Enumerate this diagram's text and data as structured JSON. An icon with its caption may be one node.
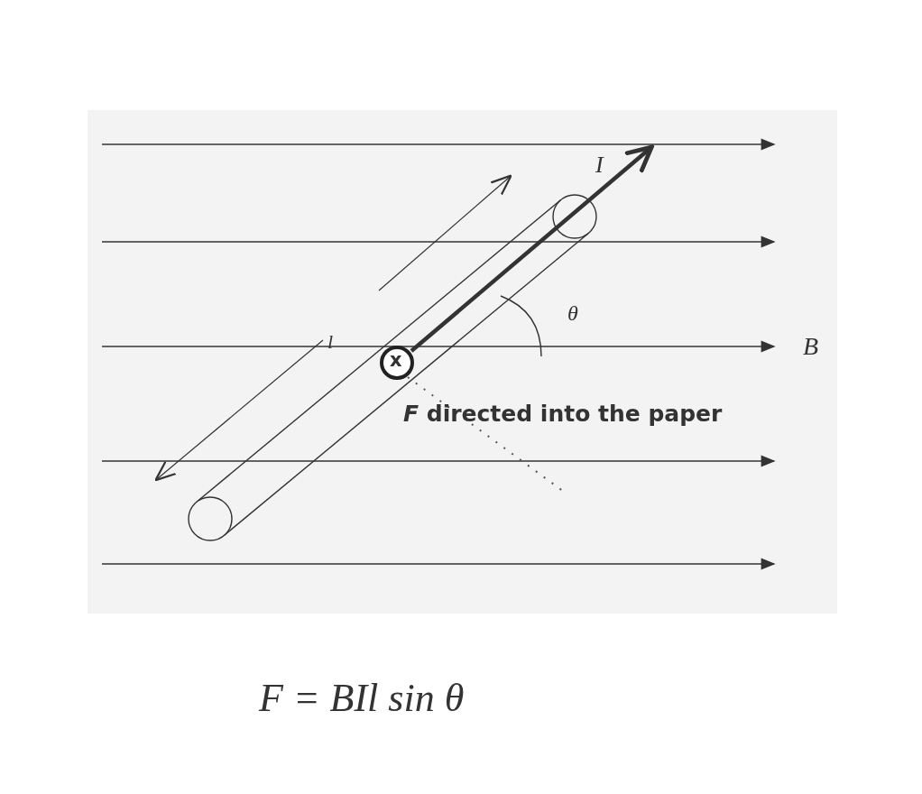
{
  "diagram": {
    "labels": [
      "I",
      "l",
      "θ",
      "B",
      "x",
      "*F* directed into the paper",
      "F = BIl sin θ"
    ]
  }
}
